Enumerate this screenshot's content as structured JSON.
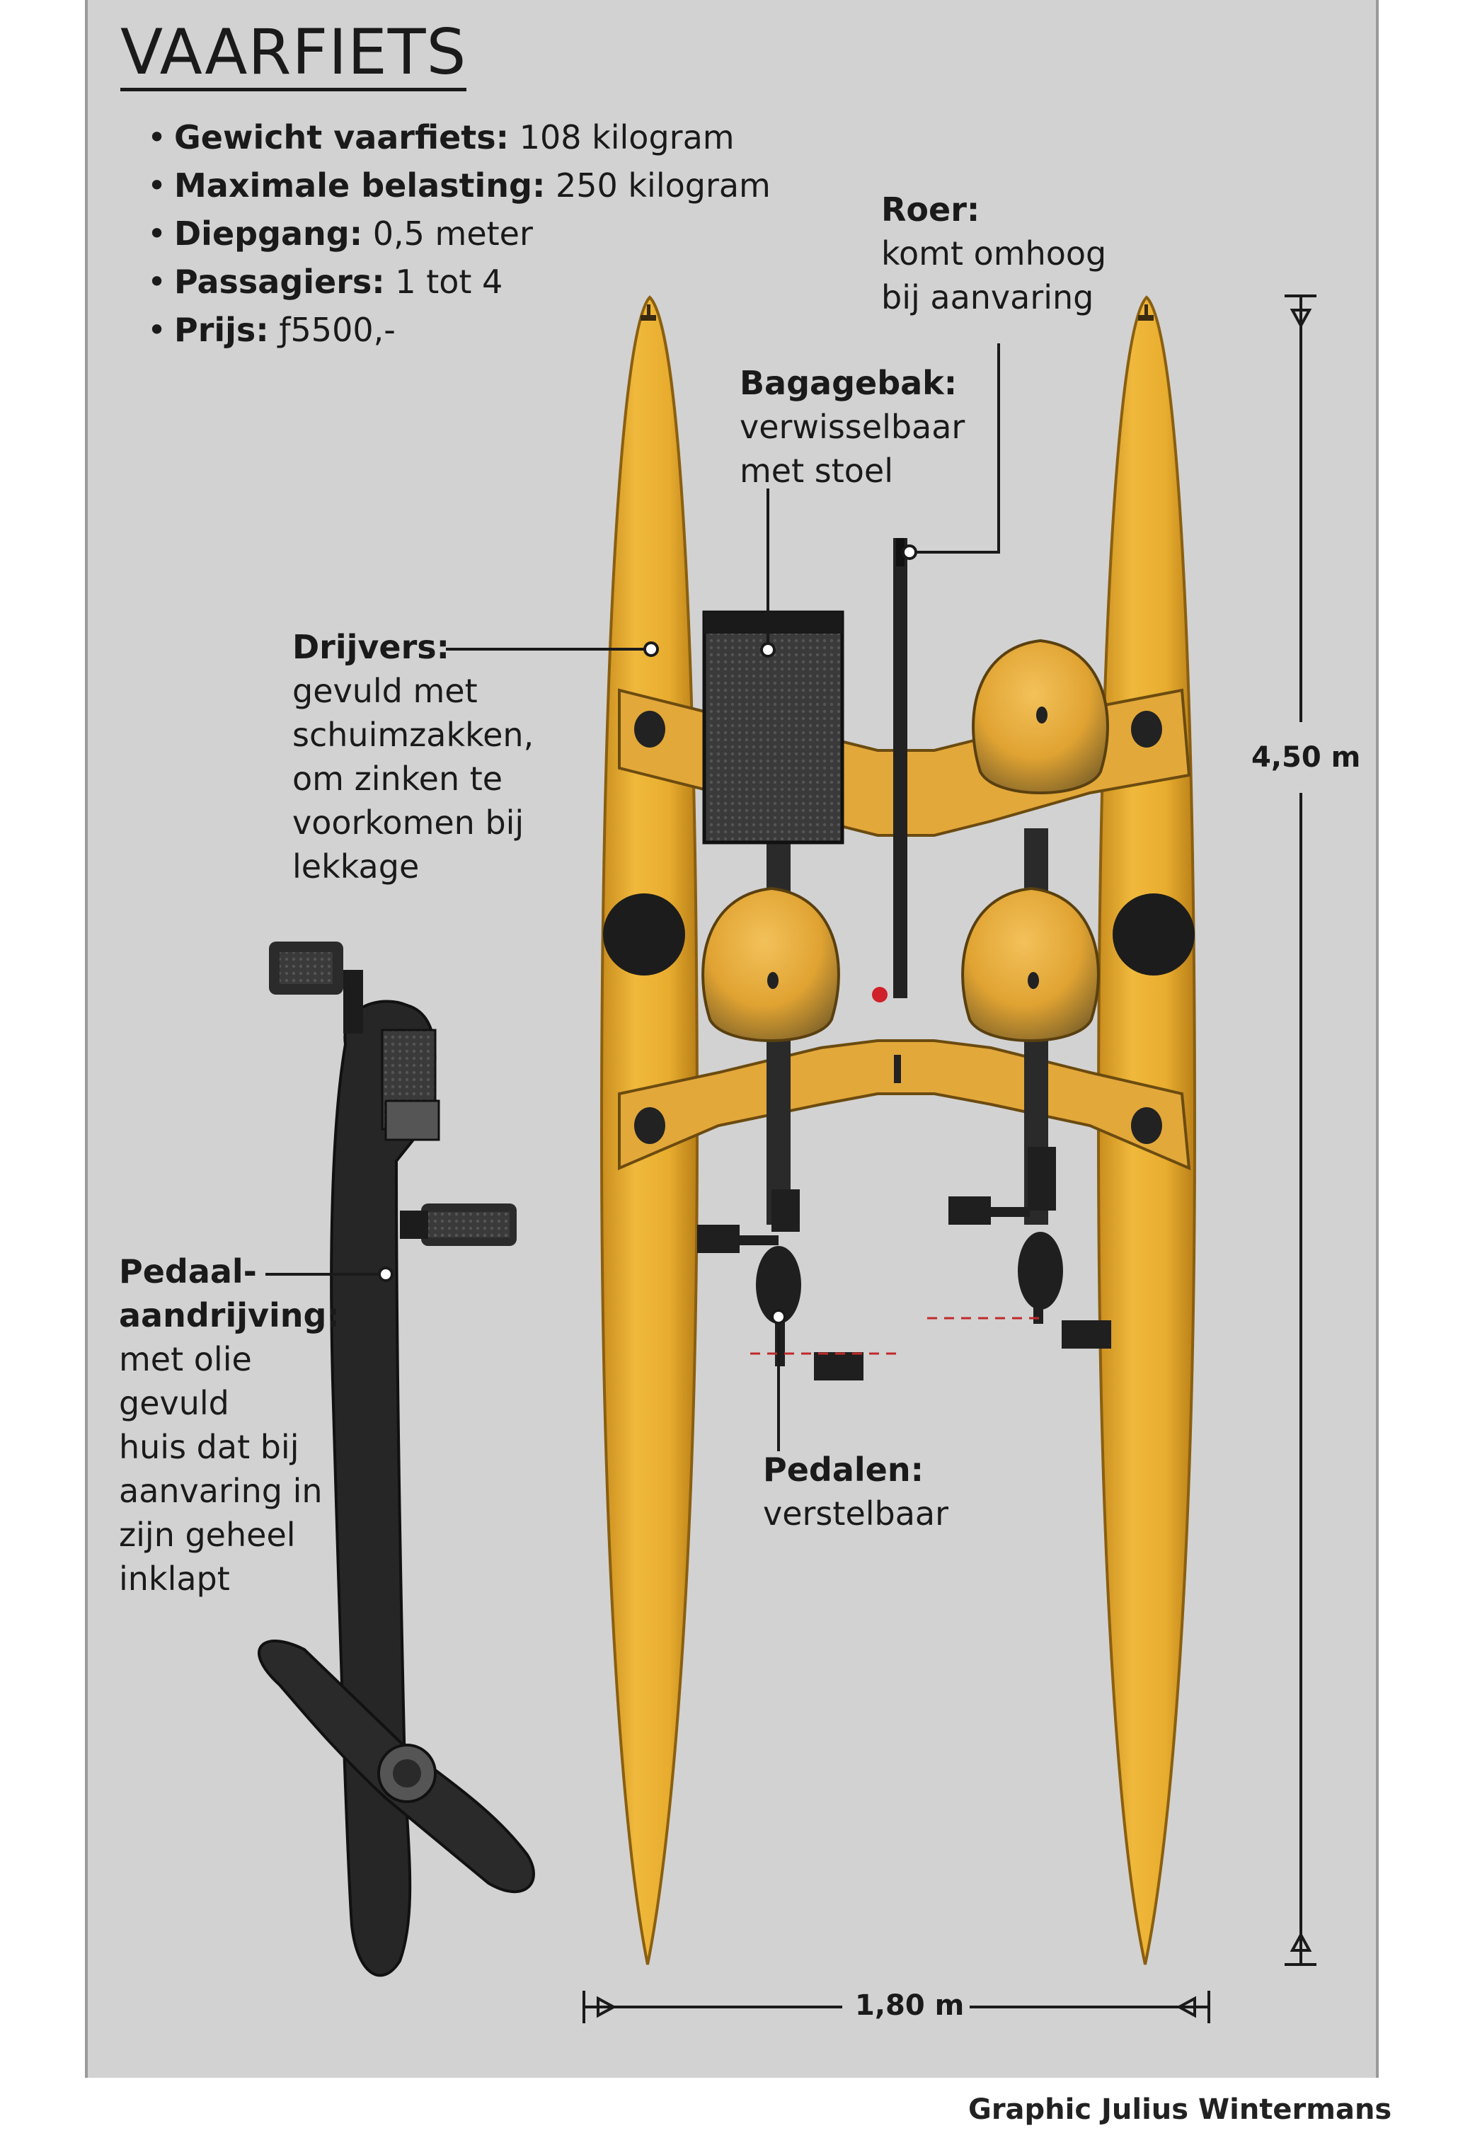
{
  "title": "VAARFIETS",
  "specs": [
    {
      "key": "Gewicht vaarfiets:",
      "value": "108 kilogram"
    },
    {
      "key": "Maximale belasting:",
      "value": "250 kilogram"
    },
    {
      "key": "Diepgang:",
      "value": "0,5 meter"
    },
    {
      "key": "Passagiers:",
      "value": "1 tot 4"
    },
    {
      "key": "Prijs:",
      "value": "ƒ5500,-"
    }
  ],
  "labels": {
    "roer": {
      "title": "Roer:",
      "lines": [
        "komt omhoog",
        "bij aanvaring"
      ]
    },
    "bagagebak": {
      "title": "Bagagebak:",
      "lines": [
        "verwisselbaar",
        "met stoel"
      ]
    },
    "drijvers": {
      "title": "Drijvers:",
      "lines": [
        "gevuld met",
        "schuimzakken,",
        "om zinken te",
        "voorkomen bij",
        "lekkage"
      ]
    },
    "pedaal": {
      "title": "Pedaal-",
      "title2": "aandrijving:",
      "lines": [
        "met olie",
        "gevuld",
        "huis dat bij",
        "aanvaring in",
        "zijn geheel",
        "inklapt"
      ]
    },
    "pedalen": {
      "title": "Pedalen:",
      "lines": [
        "verstelbaar"
      ]
    }
  },
  "dimensions": {
    "length": "4,50 m",
    "width": "1,80 m"
  },
  "credit": "Graphic Julius Wintermans",
  "colors": {
    "hull": "#e8ad2f",
    "hull_dark": "#b97f18",
    "dark_part": "#2a2a2a",
    "seat": "#e3a83a",
    "background": "#d2d2d2"
  }
}
